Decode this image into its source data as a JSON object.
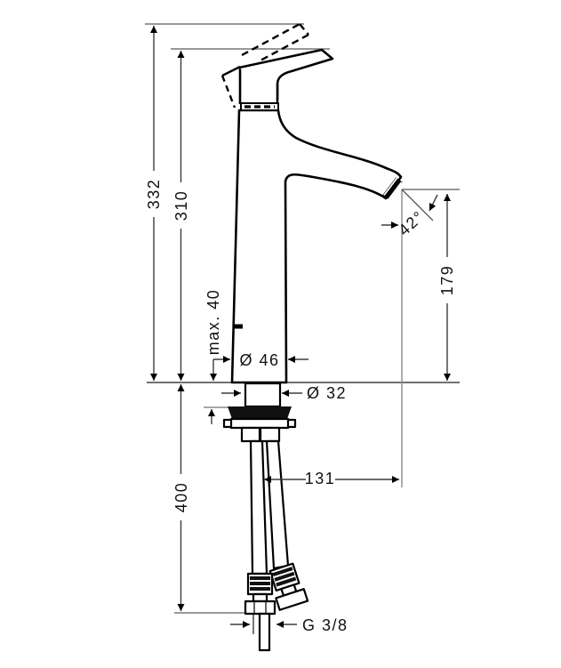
{
  "drawing": {
    "kind": "technical-dimension-drawing",
    "subject": "single-lever basin mixer tap, raised body",
    "units": "mm",
    "labels": {
      "overall_height": "332",
      "height_to_spout_top": "310",
      "max_deck_thickness": "max. 40",
      "base_diameter": "Ø 46",
      "shank_diameter": "Ø 32",
      "outlet_height": "179",
      "outlet_angle": "42°",
      "outlet_reach": "131",
      "hose_length": "400",
      "thread_size": "G 3/8"
    },
    "colors": {
      "outline": "#000000",
      "dimension_line": "#3d3d3d",
      "reference_line": "#8a8a8a",
      "text": "#111111",
      "background": "#ffffff"
    }
  }
}
